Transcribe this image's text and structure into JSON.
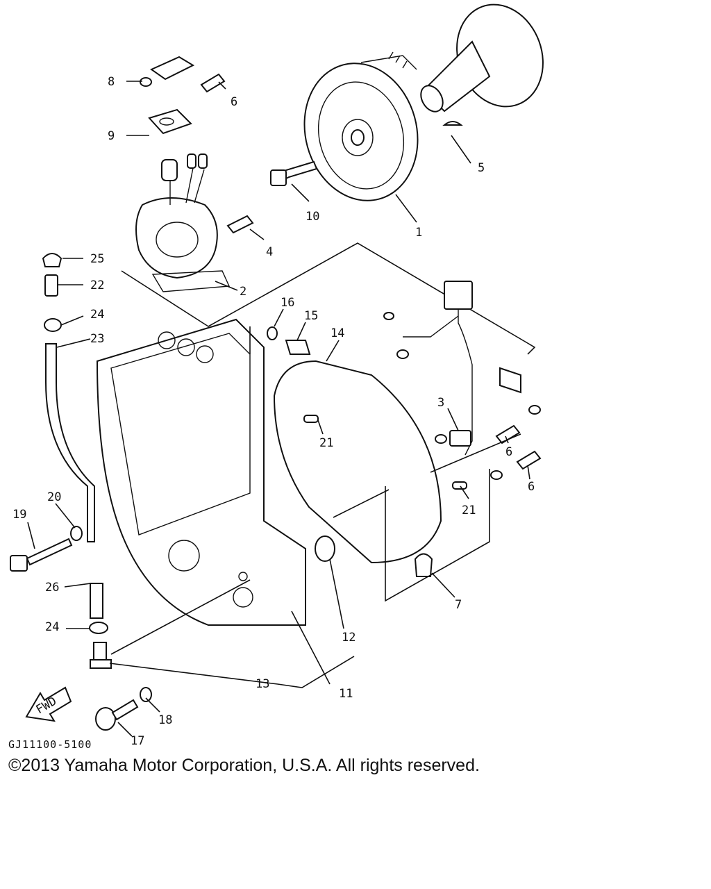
{
  "diagram": {
    "drawing_code": "GJ11100-5100",
    "copyright": "©2013 Yamaha Motor Corporation, U.S.A. All rights reserved.",
    "fwd_label": "FWD",
    "callouts": [
      "1",
      "2",
      "3",
      "4",
      "5",
      "6",
      "6",
      "6",
      "7",
      "8",
      "9",
      "10",
      "11",
      "12",
      "13",
      "14",
      "15",
      "16",
      "17",
      "18",
      "19",
      "20",
      "21",
      "21",
      "22",
      "23",
      "24",
      "24",
      "25",
      "26"
    ]
  }
}
